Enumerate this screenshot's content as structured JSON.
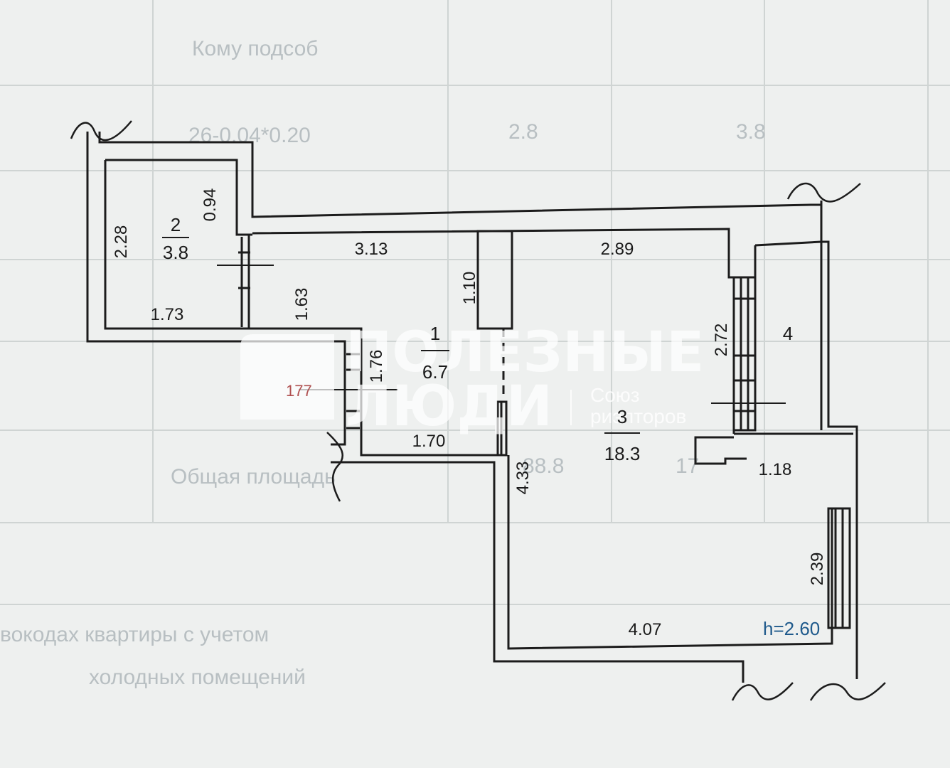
{
  "background_table": {
    "rows": [
      "Кому подсоб",
      "26-0.04*0.20",
      "2.8",
      "Общая площадь",
      "88.8",
      "17",
      "холодных помещений",
      "вокодах квартиры с учетом",
      "3.8"
    ]
  },
  "watermark": {
    "line1": "ПОЛЕЗНЫЕ",
    "line2": "ЛЮДИ",
    "org1": "Союз",
    "org2": "риэлторов"
  },
  "rooms": {
    "r1": {
      "number": "1",
      "area": "6.7"
    },
    "r2": {
      "number": "2",
      "area": "3.8"
    },
    "r3": {
      "number": "3",
      "area": "18.3"
    },
    "r4": {
      "number": "4"
    }
  },
  "dimensions": {
    "d228": "2.28",
    "d094": "0.94",
    "d173": "1.73",
    "d313": "3.13",
    "d163": "1.63",
    "d110": "1.10",
    "d289": "2.89",
    "d176": "1.76",
    "d170": "1.70",
    "d433": "4.33",
    "d272": "2.72",
    "d118": "1.18",
    "d239": "2.39",
    "d407": "4.07"
  },
  "ceiling_height": "h=2.60",
  "stamp": "177",
  "colors": {
    "wall": "#1c1c1c",
    "height_label": "#1f5a8c",
    "stamp": "#b05050"
  }
}
